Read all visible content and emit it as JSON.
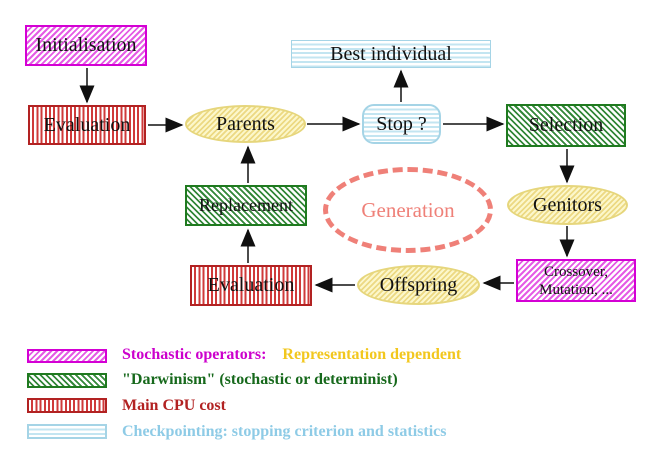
{
  "diagram": {
    "title": "Evolutionary algorithm generation loop",
    "nodes": {
      "initialisation": {
        "label": "Initialisation"
      },
      "evaluation_top": {
        "label": "Evaluation"
      },
      "parents": {
        "label": "Parents"
      },
      "best_individual": {
        "label": "Best individual"
      },
      "stop": {
        "label": "Stop ?"
      },
      "selection": {
        "label": "Selection"
      },
      "genitors": {
        "label": "Genitors"
      },
      "crossover": {
        "line1": "Crossover,",
        "line2": "Mutation, ..."
      },
      "offspring": {
        "label": "Offspring"
      },
      "evaluation_bottom": {
        "label": "Evaluation"
      },
      "replacement": {
        "label": "Replacement"
      },
      "generation": {
        "label": "Generation"
      }
    },
    "colors": {
      "magenta": "#d400d4",
      "red": "#b22222",
      "green": "#1f7a1f",
      "yellow": "#e6d67c",
      "cyan": "#a5d4e6",
      "coral": "#ef8078",
      "gold_text": "#f2c71e",
      "light_blue_text": "#8ecbe6"
    },
    "legend": [
      {
        "swatch": "magenta-hatch",
        "text1": "Stochastic operators:",
        "text2": "Representation dependent"
      },
      {
        "swatch": "green-hatch",
        "text": "\"Darwinism\" (stochastic or determinist)"
      },
      {
        "swatch": "red-stripes",
        "text": "Main CPU cost"
      },
      {
        "swatch": "cyan-stripes",
        "text": "Checkpointing: stopping criterion and statistics"
      }
    ]
  }
}
